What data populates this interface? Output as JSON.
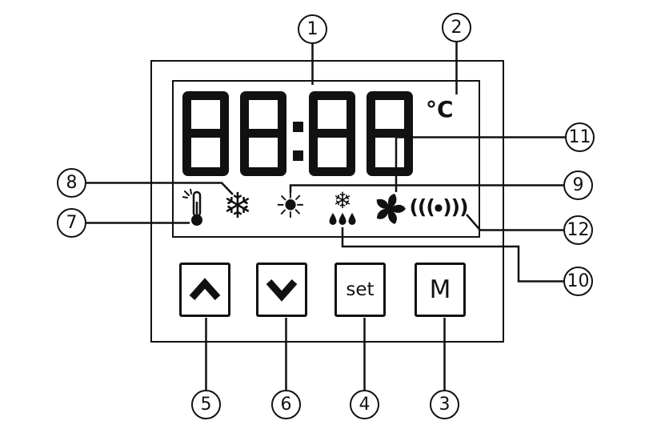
{
  "colors": {
    "ink": "#111111",
    "background": "#ffffff"
  },
  "display": {
    "value": "88:88",
    "unit": "°C"
  },
  "glyphs": {
    "snowflake": "❄",
    "sun": "☀",
    "defrost_flake": "❄",
    "signal_left": "(((",
    "signal_dot": "●",
    "signal_right": ")))"
  },
  "buttons": {
    "set": "set",
    "mode": "M"
  },
  "callouts": {
    "1": "1",
    "2": "2",
    "3": "3",
    "4": "4",
    "5": "5",
    "6": "6",
    "7": "7",
    "8": "8",
    "9": "9",
    "10": "10",
    "11": "11",
    "12": "12"
  }
}
